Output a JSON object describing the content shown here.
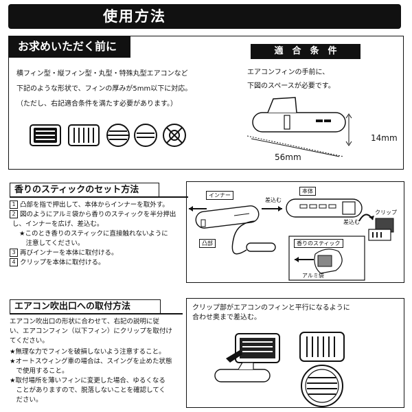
{
  "title": "使用方法",
  "before_purchase": {
    "heading": "お求めいただく前に",
    "lines": [
      "横フィン型・縦フィン型・丸型・特殊丸型エアコンなど",
      "下記のような形状で、フィンの厚みが5mm以下に対応。",
      "（ただし、右記適合条件を満たす必要があります。）"
    ]
  },
  "conditions": {
    "heading": "適　合　条　件",
    "lines": [
      "エアコンフィンの手前に、",
      "下図のスペースが必要です。"
    ],
    "width_label": "56mm",
    "height_label": "14mm"
  },
  "set_method": {
    "heading": "香りのスティックのセット方法",
    "steps": [
      {
        "num": "1",
        "text": "凸部を指で押出して、本体からインナーを取外す。"
      },
      {
        "num": "2",
        "text": "図のようにアルミ袋から香りのスティックを半分押出"
      },
      {
        "num": "",
        "text": "し、インナーを広げ、差込む。"
      },
      {
        "num": "",
        "text": "★このとき香りのスティックに直接触れないように"
      },
      {
        "num": "",
        "text": "　注意してください。"
      },
      {
        "num": "3",
        "text": "再びインナーを本体に取付ける。"
      },
      {
        "num": "4",
        "text": "クリップを本体に取付ける。"
      }
    ],
    "diagram": {
      "inner": "インナー",
      "body": "本体",
      "insert1": "差込む",
      "insert2": "差込む",
      "clip": "クリップ",
      "bump": "凸部",
      "stick": "香りのスティック",
      "foil": "アルミ袋"
    }
  },
  "mount_method": {
    "heading": "エアコン吹出口への取付方法",
    "lines": [
      "エアコン吹出口の形状に合わせて、右記の説明に従",
      "い、エアコンフィン（以下フィン）にクリップを取付け",
      "てください。",
      "★無理な力でフィンを破損しないよう注意すること。",
      "★オートスウィング車の場合は、スイングを止めた状態",
      "　で使用すること。",
      "★取付場所を薄いフィンに変更した場合、ゆるくなる",
      "　ことがありますので、脱落しないことを確認してく",
      "　ださい。"
    ],
    "diagram_lines": [
      "クリップ部がエアコンのフィンと平行になるように",
      "合わせ奥まで差込む。"
    ]
  }
}
